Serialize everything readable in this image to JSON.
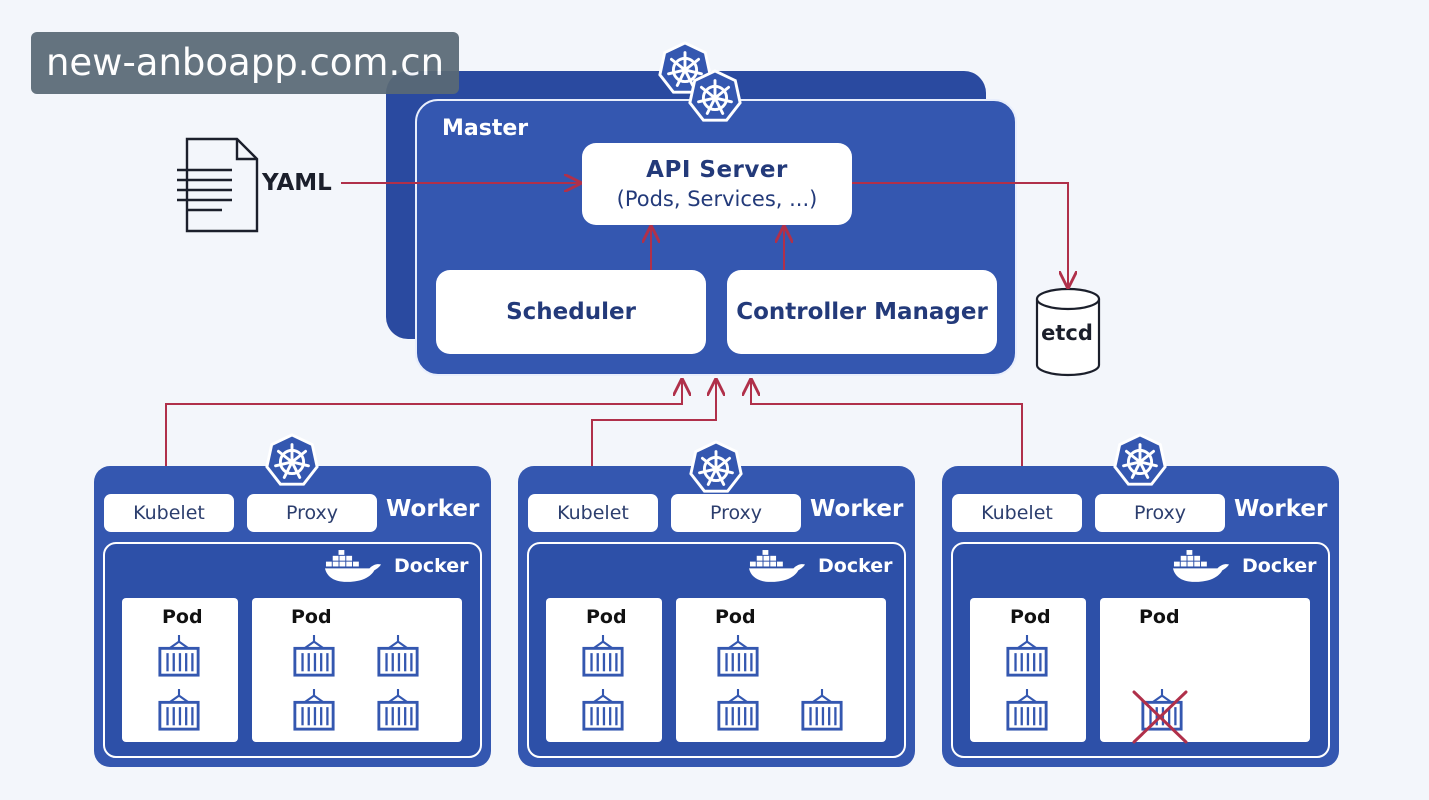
{
  "watermark": "new-anboapp.com.cn",
  "master": {
    "title": "Master",
    "api_server": {
      "title": "API Server",
      "subtitle": "(Pods, Services, ...)"
    },
    "scheduler": "Scheduler",
    "controller_manager": "Controller Manager"
  },
  "yaml_label": "YAML",
  "etcd_label": "etcd",
  "workers": [
    {
      "title": "Worker",
      "kubelet": "Kubelet",
      "proxy": "Proxy",
      "docker": "Docker",
      "pods": [
        {
          "label": "Pod",
          "containers": 2,
          "crossed": 0
        },
        {
          "label": "Pod",
          "containers": 4,
          "crossed": 0
        }
      ]
    },
    {
      "title": "Worker",
      "kubelet": "Kubelet",
      "proxy": "Proxy",
      "docker": "Docker",
      "pods": [
        {
          "label": "Pod",
          "containers": 2,
          "crossed": 0
        },
        {
          "label": "Pod",
          "containers": 3,
          "crossed": 0
        }
      ]
    },
    {
      "title": "Worker",
      "kubelet": "Kubelet",
      "proxy": "Proxy",
      "docker": "Docker",
      "pods": [
        {
          "label": "Pod",
          "containers": 2,
          "crossed": 0
        },
        {
          "label": "Pod",
          "containers": 1,
          "crossed": 1
        }
      ]
    }
  ],
  "icons": [
    "kubernetes-icon",
    "document-icon",
    "database-icon",
    "docker-whale-icon",
    "container-icon",
    "cross-icon"
  ],
  "colors": {
    "panel": "#3457b0",
    "panel_dark": "#2a4aa0",
    "arrow": "#b0304a",
    "background": "#f3f6fb"
  }
}
